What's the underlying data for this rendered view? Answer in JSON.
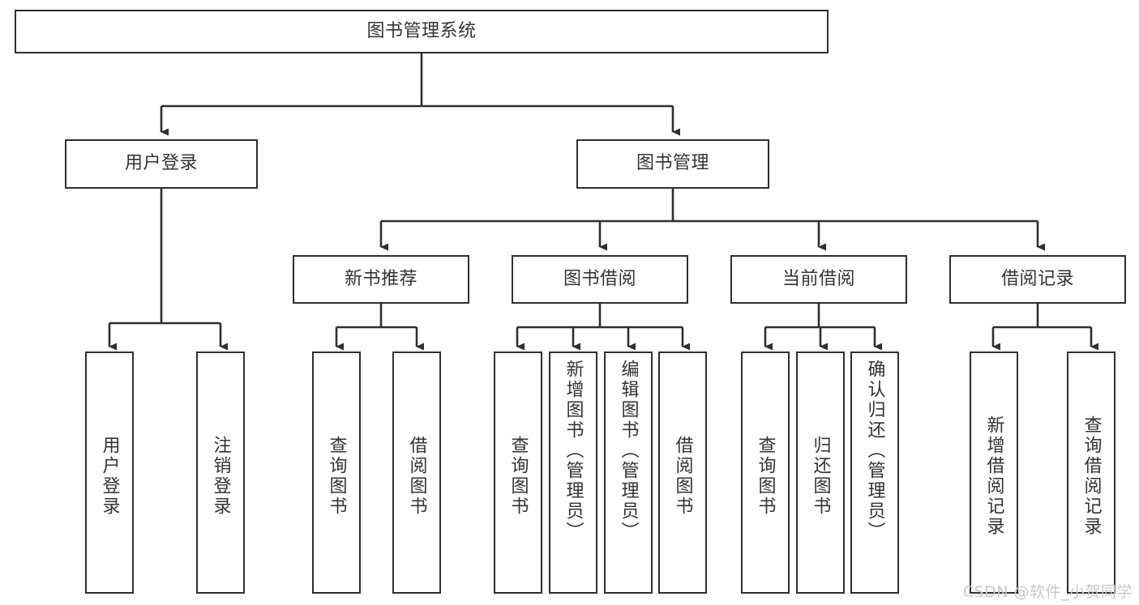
{
  "diagram": {
    "type": "hierarchy-tree",
    "title": "图书管理系统",
    "watermark": "CSDN @软件_小贺同学",
    "colors": {
      "box_border": "#2f2f2f",
      "box_fill": "#ffffff",
      "text": "#333333",
      "connector": "#2f2f2f",
      "watermark": "#c9c9c9",
      "background": "#ffffff"
    },
    "root": {
      "label": "图书管理系统"
    },
    "level2": [
      {
        "label": "用户登录"
      },
      {
        "label": "图书管理"
      }
    ],
    "level3": [
      {
        "label": "新书推荐"
      },
      {
        "label": "图书借阅"
      },
      {
        "label": "当前借阅"
      },
      {
        "label": "借阅记录"
      }
    ],
    "leaves": {
      "user_login": [
        {
          "label": "用户登录"
        },
        {
          "label": "注销登录"
        }
      ],
      "new_book_recommend": [
        {
          "label": "查询图书"
        },
        {
          "label": "借阅图书"
        }
      ],
      "book_borrow": [
        {
          "label": "查询图书"
        },
        {
          "label": "新增图书（管理员）"
        },
        {
          "label": "编辑图书（管理员）"
        },
        {
          "label": "借阅图书"
        }
      ],
      "current_borrow": [
        {
          "label": "查询图书"
        },
        {
          "label": "归还图书"
        },
        {
          "label": "确认归还（管理员）"
        }
      ],
      "borrow_record": [
        {
          "label": "新增借阅记录"
        },
        {
          "label": "查询借阅记录"
        }
      ]
    }
  }
}
